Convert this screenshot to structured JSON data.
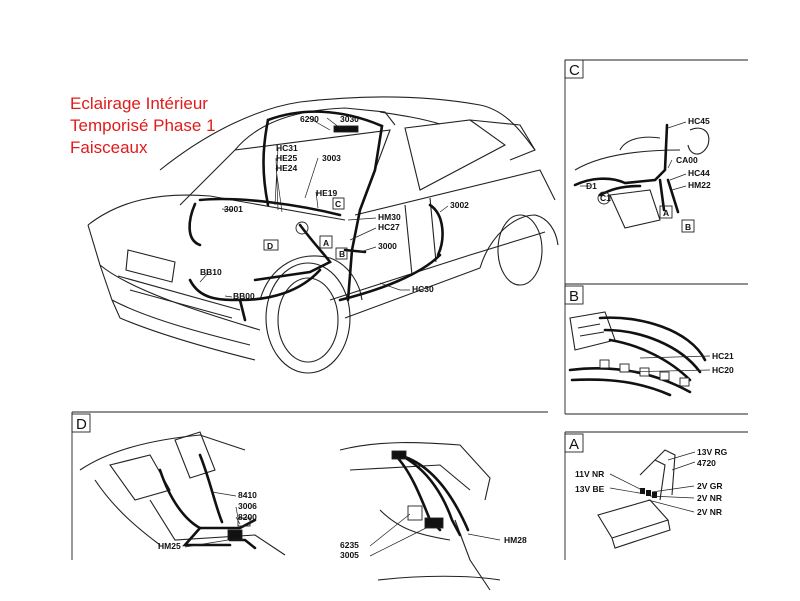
{
  "title": {
    "line1": "Eclairage Intérieur",
    "line2": "Temporisé Phase 1",
    "line3": "Faisceaux"
  },
  "colors": {
    "title": "#e01b1b",
    "ink": "#111111"
  },
  "main": {
    "labels": [
      "6290",
      "3030",
      "HC31",
      "HE25",
      "HE24",
      "3003",
      "HE19",
      "3001",
      "C",
      "HM30",
      "3002",
      "HC27",
      "D",
      "A",
      "B",
      "3000",
      "BB10",
      "BB00",
      "HC30"
    ]
  },
  "panel_c": {
    "letter": "C",
    "labels": [
      "HC45",
      "CA00",
      "HC44",
      "HM22",
      "D1",
      "C1",
      "A",
      "B"
    ]
  },
  "panel_b": {
    "letter": "B",
    "labels": [
      "HC21",
      "HC20"
    ]
  },
  "panel_a": {
    "letter": "A",
    "labels": [
      "13V RG",
      "4720",
      "11V NR",
      "13V BE",
      "2V GR",
      "2V NR",
      "2V NR"
    ]
  },
  "panel_d": {
    "letter": "D",
    "labels": [
      "8410",
      "3006",
      "8200",
      "HM25"
    ]
  },
  "bottom_mid": {
    "labels": [
      "6235",
      "3005",
      "HM28"
    ]
  }
}
